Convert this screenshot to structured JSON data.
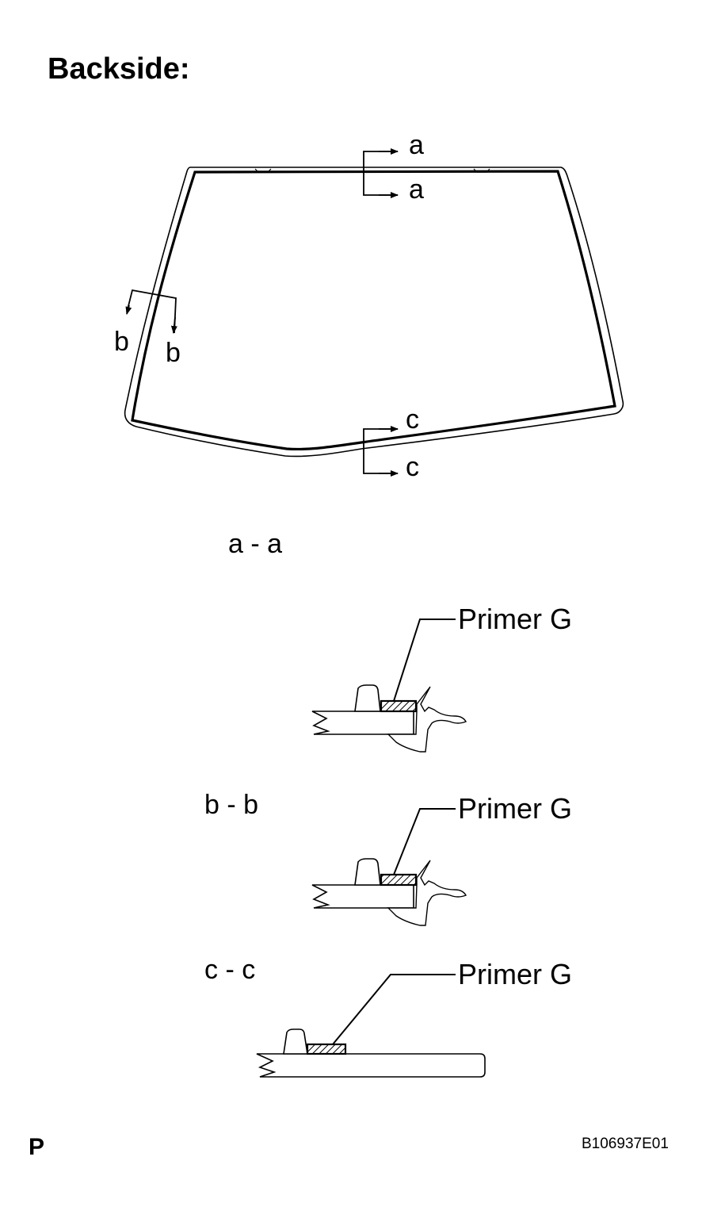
{
  "title": "Backside:",
  "windshield": {
    "marks": {
      "a_top": "a",
      "a_bottom": "a",
      "b_left": "b",
      "b_right": "b",
      "c_top": "c",
      "c_bottom": "c"
    }
  },
  "sections": [
    {
      "label": "a - a",
      "callout": "Primer G"
    },
    {
      "label": "b - b",
      "callout": "Primer G"
    },
    {
      "label": "c - c",
      "callout": "Primer G"
    }
  ],
  "footer": {
    "corner_letter": "P",
    "figure_code": "B106937E01"
  }
}
